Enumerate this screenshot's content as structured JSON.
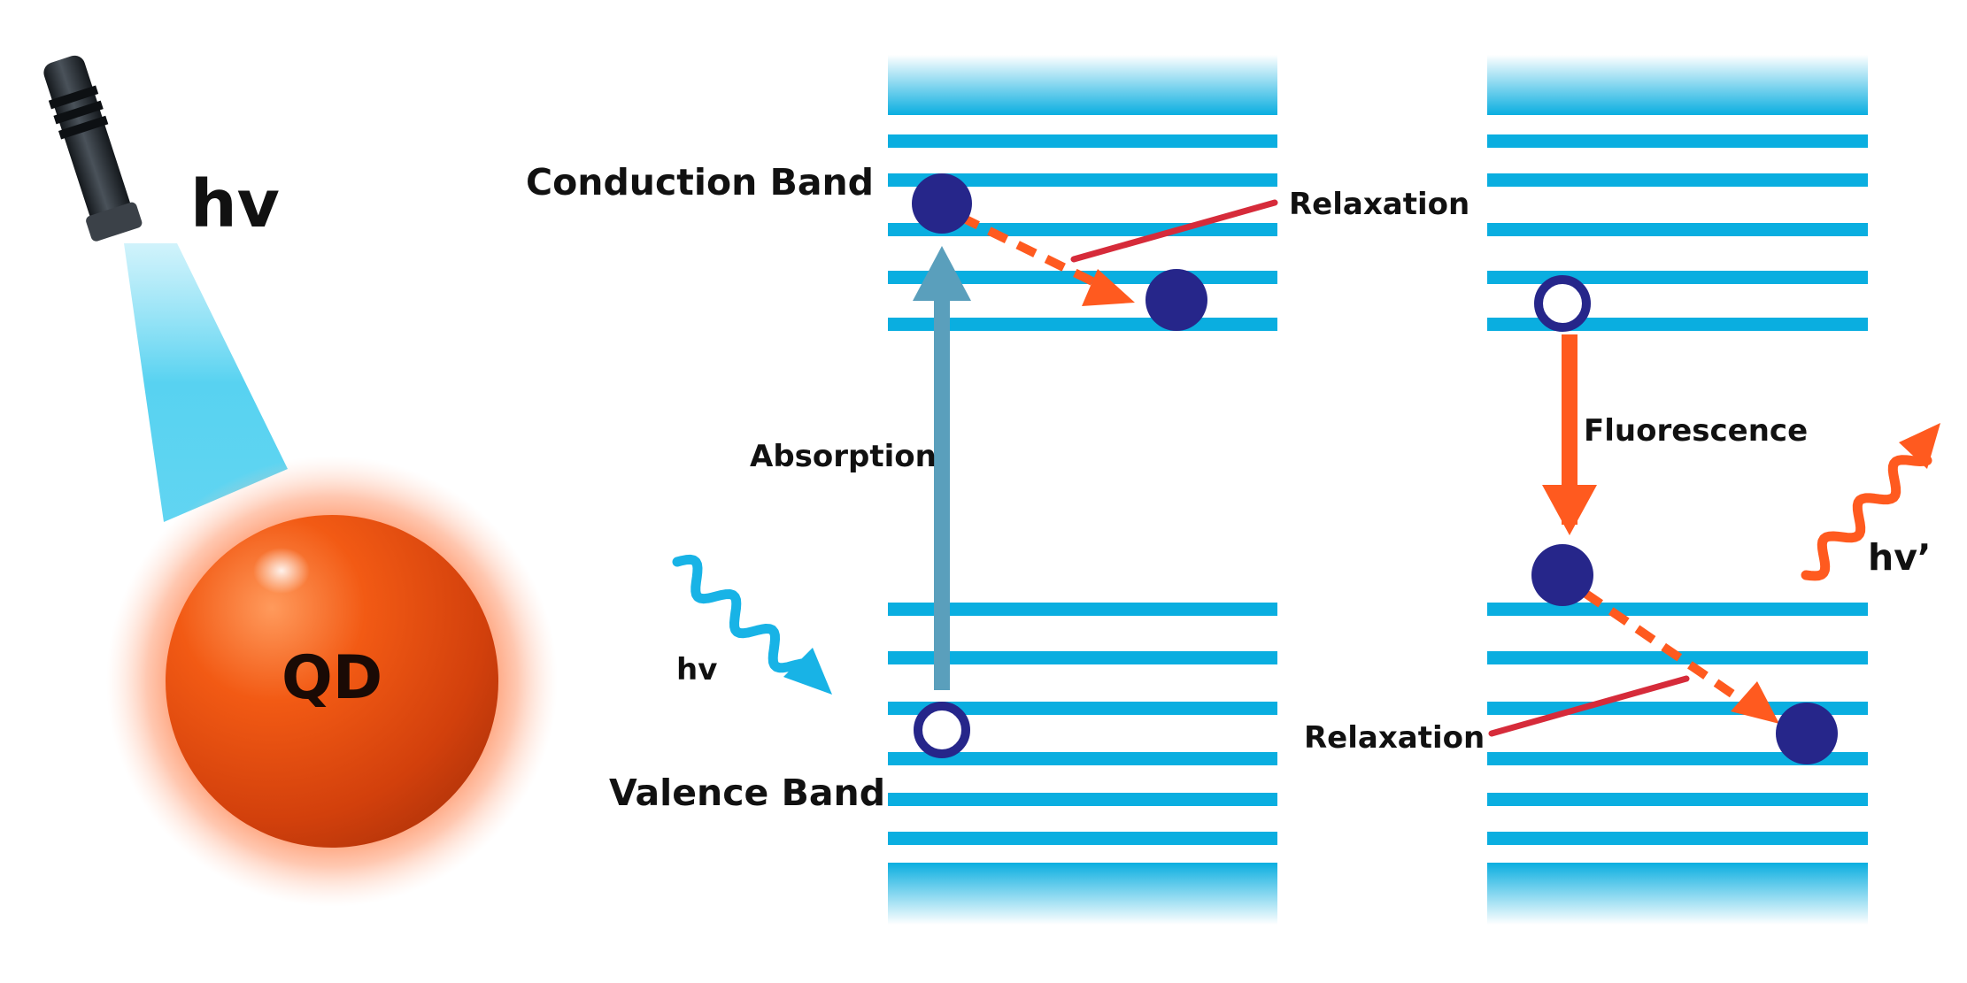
{
  "labels": {
    "hv_top": "hv",
    "qd": "QD",
    "conduction_band": "Conduction Band",
    "valence_band": "Valence Band",
    "absorption": "Absorption",
    "hv_incoming": "hv",
    "relaxation_top": "Relaxation",
    "fluorescence": "Fluorescence",
    "hv_emitted": "hv’",
    "relaxation_bottom": "Relaxation"
  },
  "colors": {
    "band_line": "#0aaee0",
    "band_fade": "#bfe9f8",
    "electron": "#26268a",
    "absorption_arrow": "#5a9fbc",
    "orange": "#ff5a1f",
    "relaxation_line": "#d62b3a",
    "photon_in": "#18b3e6",
    "qd_core": "#e8480f",
    "qd_glow": "#ff8a5a",
    "beam": "#4fd0f0",
    "flashlight": "#2a2f35"
  },
  "icons": {
    "flashlight": "flashlight-icon",
    "photon_in": "photon-wave-icon",
    "photon_out": "emitted-photon-wave-icon"
  }
}
